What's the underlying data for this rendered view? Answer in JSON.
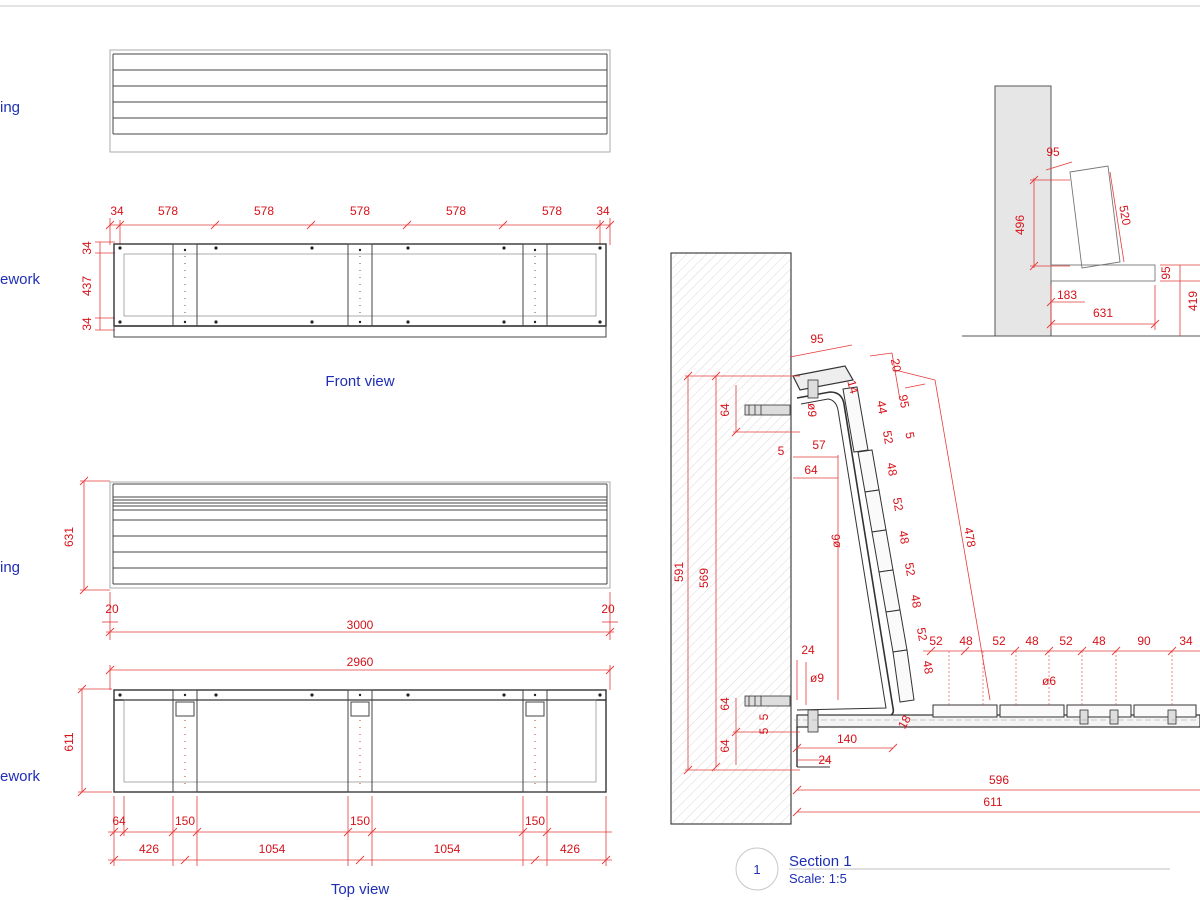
{
  "views": {
    "front_view": "Front view",
    "top_view": "Top view",
    "section": {
      "number": "1",
      "title": "Section 1",
      "scale": "Scale: 1:5"
    },
    "side_labels": [
      "ing",
      "ework",
      "ing",
      "ework"
    ]
  },
  "front_framework": {
    "top_dims": [
      "34",
      "578",
      "578",
      "578",
      "578",
      "578",
      "34"
    ],
    "left_dims": [
      "34",
      "437",
      "34"
    ]
  },
  "top_cladding": {
    "height_dim": "631",
    "edge_dims": [
      "20",
      "20"
    ],
    "length_outer": "3000",
    "length_inner": "2960"
  },
  "top_framework": {
    "height_dim": "611",
    "post_dims": [
      "64",
      "150",
      "150",
      "150"
    ],
    "spacing_dims": [
      "426",
      "1054",
      "1054",
      "426"
    ]
  },
  "section_dims": {
    "top_block": [
      "95",
      "20",
      "14",
      "95",
      "44",
      "52",
      "5"
    ],
    "wall_side": [
      "64",
      "ø9",
      "57",
      "5",
      "64",
      "591",
      "569"
    ],
    "back_slats": [
      "48",
      "52",
      "48",
      "52",
      "48",
      "ø6",
      "478"
    ],
    "bottom_anchor": [
      "24",
      "ø9",
      "64",
      "5",
      "5",
      "64",
      "140",
      "24"
    ],
    "seat_slats": [
      "52",
      "48",
      "52",
      "48",
      "52",
      "48",
      "90",
      "34",
      "52",
      "ø6",
      "48",
      "18"
    ],
    "seat_depth": [
      "596",
      "611"
    ]
  },
  "key_plan": {
    "dims": [
      "95",
      "520",
      "496",
      "183",
      "95",
      "631",
      "419"
    ]
  }
}
